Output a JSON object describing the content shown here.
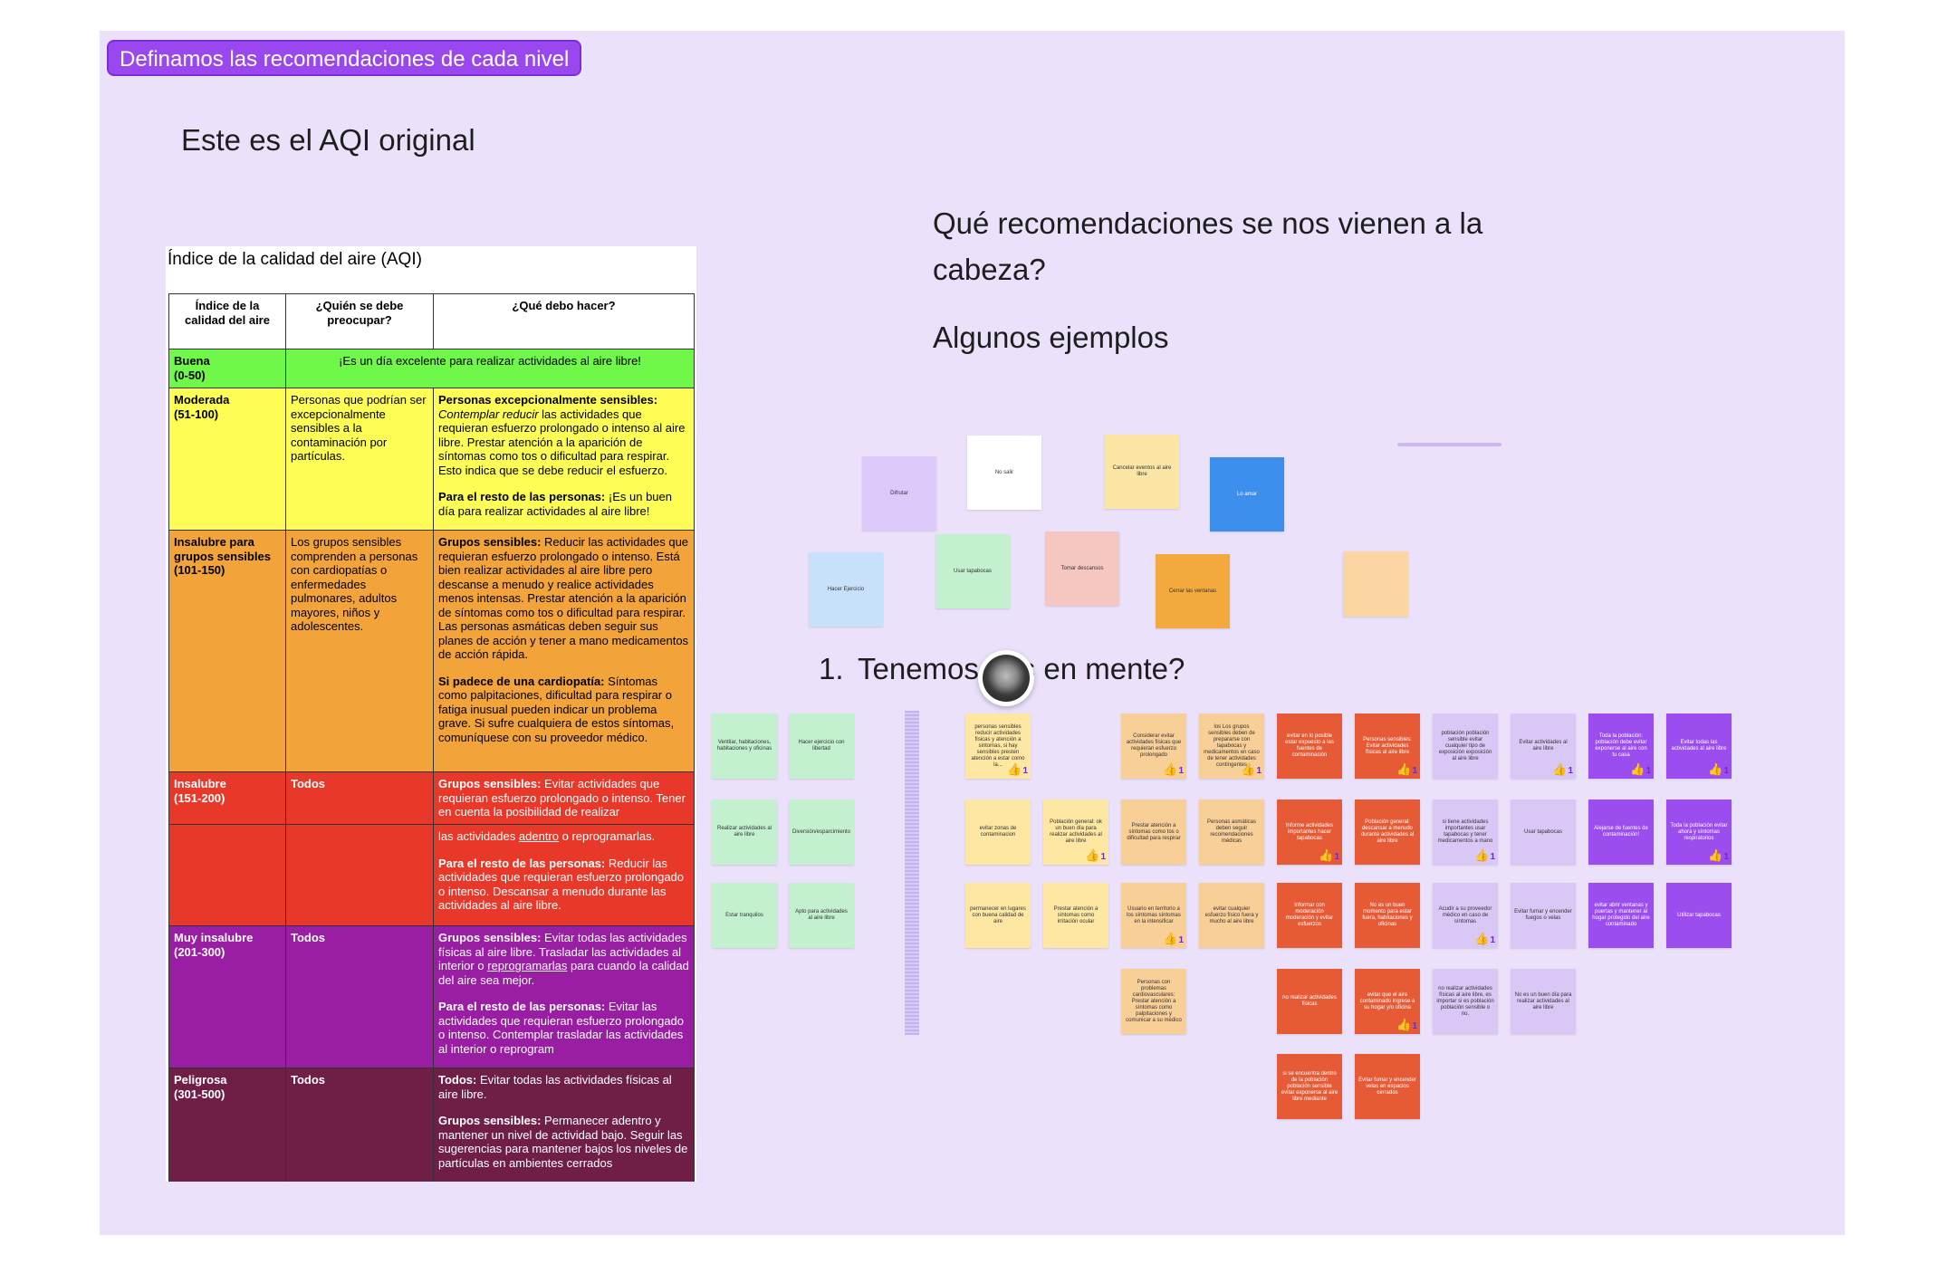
{
  "frame_label": "Definamos las recomendaciones de cada nivel",
  "headings": {
    "original": "Este es el AQI original",
    "question_line1": "Qué recomendaciones se nos vienen a la",
    "question_line2": "cabeza?",
    "examples": "Algunos ejemplos",
    "list_number": "1.",
    "list_text": "Tenemos ... s en mente?"
  },
  "aqi_table": {
    "title": "Índice de la calidad del aire (AQI)",
    "headers": [
      "Índice de la calidad del aire",
      "¿Quién se debe preocupar?",
      "¿Qué debo hacer?"
    ],
    "rows": {
      "good": {
        "level": "Buena",
        "range": "(0-50)",
        "text": "¡Es un día excelente para realizar actividades al aire libre!"
      },
      "moderate": {
        "level": "Moderada",
        "range": "(51-100)",
        "who": "Personas que podrían ser excepcionalmente sensibles a la contaminación por partículas.",
        "p1_bold": "Personas excepcionalmente sensibles:",
        "p1_italic": "Contemplar reducir",
        "p1_rest": "las actividades que requieran esfuerzo prolongado o intenso al aire libre. Prestar atención a la aparición de síntomas como tos o dificultad para respirar. Esto indica que se debe reducir el esfuerzo.",
        "p2_bold": "Para el resto de las personas:",
        "p2_rest": "¡Es un buen día para realizar actividades al aire libre!"
      },
      "usg": {
        "level": "Insalubre para grupos sensibles",
        "range": "(101-150)",
        "who": "Los grupos sensibles comprenden a personas con cardiopatías o enfermedades pulmonares, adultos mayores, niños y adolescentes.",
        "p1_bold": "Grupos sensibles:",
        "p1_rest": "Reducir las actividades que requieran esfuerzo prolongado o intenso. Está bien realizar actividades al aire libre pero descanse a menudo y realice actividades menos intensas. Prestar atención a la aparición de síntomas como tos o dificultad para respirar.",
        "p1_extra": "Las personas asmáticas deben seguir sus planes de acción y tener a mano medicamentos de acción rápida.",
        "p2_bold": "Si padece de una cardiopatía:",
        "p2_rest": "Síntomas como palpitaciones, dificultad para respirar o fatiga inusual pueden indicar un problema grave. Si sufre cualquiera de estos síntomas, comuníquese con su proveedor médico."
      },
      "unhealthy": {
        "level": "Insalubre",
        "range": "(151-200)",
        "who": "Todos",
        "p1_bold": "Grupos sensibles:",
        "p1_rest": "Evitar actividades que requieran esfuerzo prolongado o intenso. Tener en cuenta la posibilidad de realizar",
        "p1b_a": "las actividades",
        "p1b_u": "adentro",
        "p1b_b": "o reprogramarlas.",
        "p2_bold": "Para el resto de las personas:",
        "p2_rest": "Reducir las actividades que requieran esfuerzo prolongado o intenso. Descansar a menudo durante las actividades al aire libre."
      },
      "very_unhealthy": {
        "level": "Muy insalubre",
        "range": "(201-300)",
        "who": "Todos",
        "p1_bold": "Grupos sensibles:",
        "p1_a": "Evitar todas las actividades físicas al aire libre. Trasladar las actividades al interior o",
        "p1_u": "reprogramarlas",
        "p1_b": "para cuando la calidad del aire sea mejor.",
        "p2_bold": "Para el resto de las personas:",
        "p2_rest": "Evitar las actividades que requieran esfuerzo prolongado o intenso. Contemplar trasladar las actividades al interior o reprogram"
      },
      "hazardous": {
        "level": "Peligrosa",
        "range": "(301-500)",
        "who": "Todos",
        "p1_bold": "Todos:",
        "p1_rest": "Evitar todas las actividades físicas al aire libre.",
        "p2_bold": "Grupos sensibles:",
        "p2_rest": "Permanecer adentro y mantener un nivel de actividad bajo. Seguir las sugerencias para mantener bajos los niveles de partículas en ambientes cerrados"
      }
    }
  },
  "example_notes": [
    {
      "text": "Difrutar"
    },
    {
      "text": "No salir"
    },
    {
      "text": "Cancelar eventos al aire libre"
    },
    {
      "text": "Lo amar"
    },
    {
      "text": "Hacer Ejercicio"
    },
    {
      "text": "Usar tapabocas"
    },
    {
      "text": "Tomar descansos"
    },
    {
      "text": "Cerrar las ventanas"
    },
    {
      "text": ""
    }
  ],
  "green_notes": [
    {
      "text": "Ventilar, habitaciones, habitaciones y oficinas"
    },
    {
      "text": "Hacer ejercicio con libertad"
    },
    {
      "text": "Realizar actividades al aire libre"
    },
    {
      "text": "Diversión/esparcimiento"
    },
    {
      "text": "Estar tranquilos"
    },
    {
      "text": "Apto para actividades al aire libre"
    }
  ],
  "yellow_notes": [
    {
      "text": "personas sensibles reducir actividades físicas y atención a sintomas, si hay sensibles presten atención a estar como la...",
      "likes": "1"
    },
    {
      "text": "evitar zonas de contaminacion"
    },
    {
      "text": "Población general: ok un buen día para realizar actividades al aire libre",
      "likes": "1"
    },
    {
      "text": "permanecer en lugares con buena calidad de aire"
    },
    {
      "text": "Prestar atención a síntomas como irritación ocular"
    }
  ],
  "orange_notes": [
    {
      "text": "Considerar evitar actividades físicas que requieran esfuerzo prolongado",
      "likes": "1"
    },
    {
      "text": "los Los grupos sensibles deben de prepararse con tapabocas y medicamentos en caso de tener actividades contingentes",
      "likes": "1"
    },
    {
      "text": "Prestar atención a síntomas como tos o dificultad para respirar"
    },
    {
      "text": "Personas asmáticas deben seguir recomendaciones médicas"
    },
    {
      "text": "Usuario en territorio a los síntomas síntomas en la intensificar",
      "likes": "1"
    },
    {
      "text": "evitar cualquier esfuerzo físico fuera y mucho al aire libre"
    },
    {
      "text": "Personas con problemas cardiovasculares: Prestar atención a síntomas como palpitaciones y comunicar a su médico"
    }
  ],
  "red_notes": [
    {
      "text": "evitar en lo posible estar expuesto a las fuentes de contaminación"
    },
    {
      "text": "Personas sensibles: Evitar actividades físicas al aire libre",
      "likes": "1"
    },
    {
      "text": "Informe actividades importantes hacer tapabocas",
      "likes": "1"
    },
    {
      "text": "Población general: descansar a menudo durante actividades al aire libre"
    },
    {
      "text": "Informar con moderación moderación y evitar esfuerzos"
    },
    {
      "text": "No es un buen momento para estar fuera, habitaciones y oficinas"
    },
    {
      "text": "no realizar actividades físicas"
    },
    {
      "text": "evitar que el aire contaminado ingrese a su hogar y/o oficina",
      "likes": "1"
    },
    {
      "text": "si se encuentra dentro de la población población sensible evitar exponerse al aire libre mediante"
    },
    {
      "text": "Evitar fumar y encender velas en espacios cerrados"
    }
  ],
  "purple_light_notes": [
    {
      "text": "población población sensible evitar cualquier tipo de exposición exposición al aire libre"
    },
    {
      "text": "Evitar actividades al aire libre",
      "likes": "1"
    },
    {
      "text": "si tiene actividades importantes usar tapabocas y tener medicamentos a mano",
      "likes": "1"
    },
    {
      "text": "Usar tapabocas"
    },
    {
      "text": "Acudir a su proveedor médico en caso de síntomas",
      "likes": "1"
    },
    {
      "text": "Evitar fumar y encender fuegos o velas"
    },
    {
      "text": "no realizar actividades físicas al aire libre, es importar si es población población sensible o no."
    },
    {
      "text": "No es un buen día para realizar actividades al aire libre"
    }
  ],
  "purple_dark_notes": [
    {
      "text": "Toda la población: población debe evitar exponerse al aire con tu casa",
      "likes": "1"
    },
    {
      "text": "Evitar todas las actividades al aire libre",
      "likes": "1"
    },
    {
      "text": "Alejarse de fuentes de contaminación!"
    },
    {
      "text": "Toda la población evitar ahora y síntomas respiratorios",
      "likes": "1"
    },
    {
      "text": "evitar abrir ventanas y puertas y mantener al hogar protegido del aire contaminado"
    },
    {
      "text": "Utilizar tapabocas"
    }
  ],
  "colors": {
    "board": "#ebe1fb",
    "frame_label_bg": "#9b47f0",
    "good": "#6ff74a",
    "moderate": "#fdfd55",
    "usg": "#f2a33a",
    "unhealthy": "#e7382a",
    "very_unhealthy": "#9a1ea3",
    "hazardous": "#6f1f45"
  }
}
